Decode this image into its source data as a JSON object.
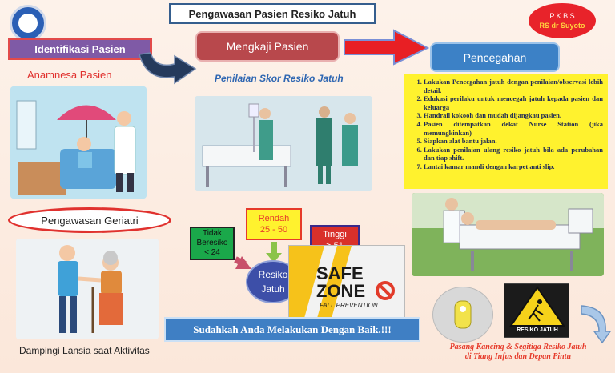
{
  "title": "Pengawasan Pasien Resiko Jatuh",
  "badge": {
    "top": "P K B S",
    "name": "RS dr Suyoto"
  },
  "identifikasi": "Identifikasi Pasien",
  "anamnesa": "Anamnesa Pasien",
  "mengkaji": "Mengkaji Pasien",
  "penilaian": "Penilaian Skor Resiko Jatuh",
  "pencegahan": "Pencegahan",
  "pencegahan_steps": [
    "Lakukan Pencegahan jatuh dengan penilaian/observasi lebih detail.",
    "Edukasi perilaku untuk mencegah jatuh kepada pasien dan keluarga",
    "Handrail kokooh dan mudah dijangkau pasien.",
    "Pasien ditempatkan dekat Nurse Station (jika memungkinkan)",
    "Siapkan alat bantu jalan.",
    "Lakukan penilaian ulang resiko jatuh bila ada perubahan dan tiap shift.",
    "Lantai kamar mandi dengan karpet anti slip."
  ],
  "geriatri": "Pengawasan Geriatri",
  "dampingi": "Dampingi Lansia saat Aktivitas",
  "tidak_beresiko": {
    "line1": "Tidak",
    "line2": "Beresiko",
    "line3": "< 24"
  },
  "rendah": {
    "line1": "Rendah",
    "line2": "25 - 50"
  },
  "tinggi": {
    "line1": "Tinggi",
    "line2": "> 51"
  },
  "resiko_jatuh": {
    "line1": "Resiko",
    "line2": "Jatuh"
  },
  "safe_zone": {
    "safe": "SAFE",
    "zone": "ZONE",
    "sub": "FALL PREVENTION"
  },
  "sudah": "Sudahkah Anda Melakukan Dengan Baik.!!!",
  "sign_label": "RESIKO JATUH",
  "caption": {
    "line1": "Pasang Kancing &  Segitiga Resiko Jatuh",
    "line2": "di Tiang Infus dan Depan Pintu"
  },
  "colors": {
    "yellow": "#fff22e",
    "blue": "#3c81c6",
    "red": "#e0312e",
    "purple": "#7f5aa6"
  }
}
